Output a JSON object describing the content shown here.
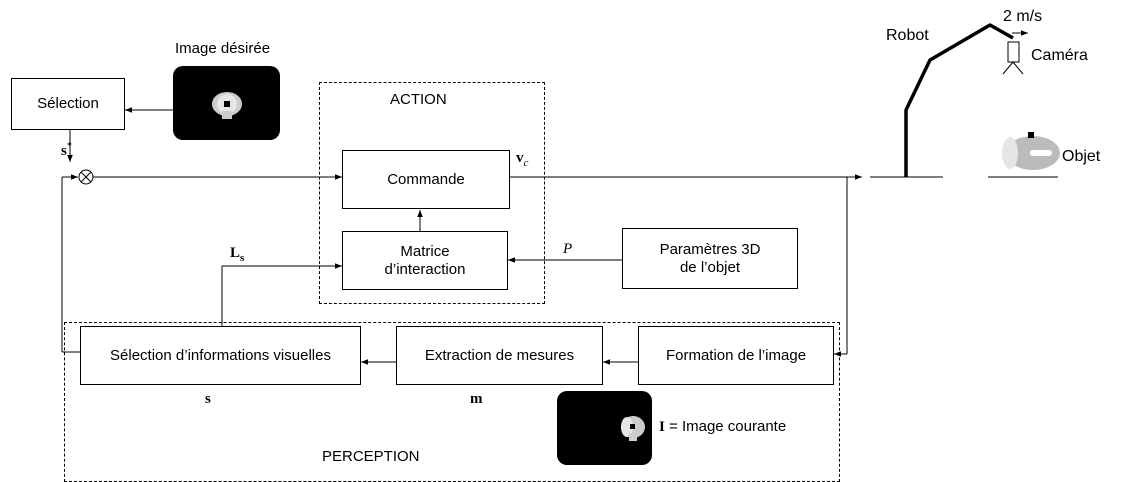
{
  "labels": {
    "image_desiree": "Image désirée",
    "selection": "Sélection",
    "s_star": "s*",
    "action": "ACTION",
    "commande": "Commande",
    "v_c": "vc",
    "matrice_line1": "Matrice",
    "matrice_line2": "d’interaction",
    "L_s": "Ls",
    "P": "P",
    "params_line1": "Paramètres 3D",
    "params_line2": "de l’objet",
    "selection_info": "Sélection d’informations visuelles",
    "extraction": "Extraction de mesures",
    "formation": "Formation de l’image",
    "s": "s",
    "m": "m",
    "image_courante_I": "I",
    "image_courante_eq": " = Image courante",
    "perception": "PERCEPTION",
    "robot": "Robot",
    "speed": "2 m/s",
    "camera": "Caméra",
    "objet": "Objet"
  }
}
